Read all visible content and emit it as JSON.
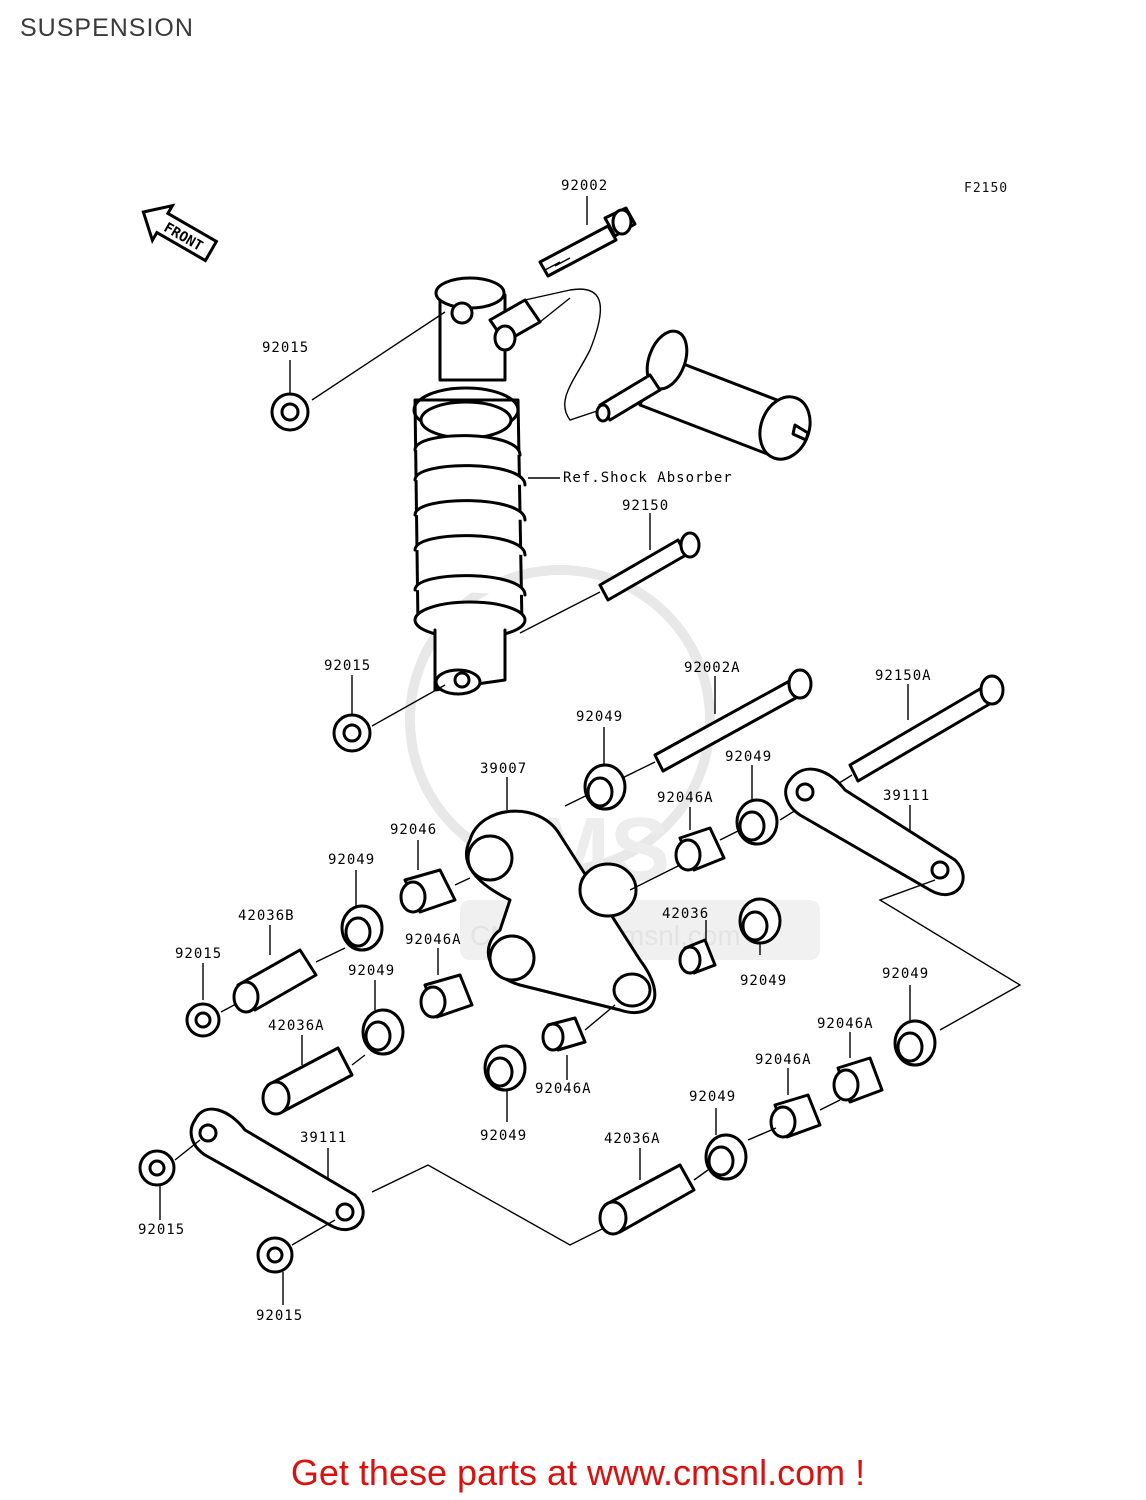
{
  "page_title": "SUSPENSION",
  "figure_code": "F2150",
  "front_arrow": "FRONT",
  "ref_label": "Ref.Shock Absorber",
  "watermark": "CMS www.cmsnl.com",
  "footer_text": "Get these parts at www.cmsnl.com !",
  "colors": {
    "footer": "#d9120f",
    "line": "#000000",
    "watermark": "#e6e6e6"
  },
  "callouts": [
    "92002",
    "92015",
    "92150",
    "92015",
    "92002A",
    "92150A",
    "92049",
    "39007",
    "92049",
    "92046A",
    "39111",
    "92046",
    "92049",
    "42036B",
    "92015",
    "92046A",
    "92049",
    "42036",
    "92049",
    "42036A",
    "92049",
    "92046A",
    "92046A",
    "92046A",
    "92049",
    "92049",
    "42036A",
    "39111",
    "92015",
    "92015"
  ]
}
